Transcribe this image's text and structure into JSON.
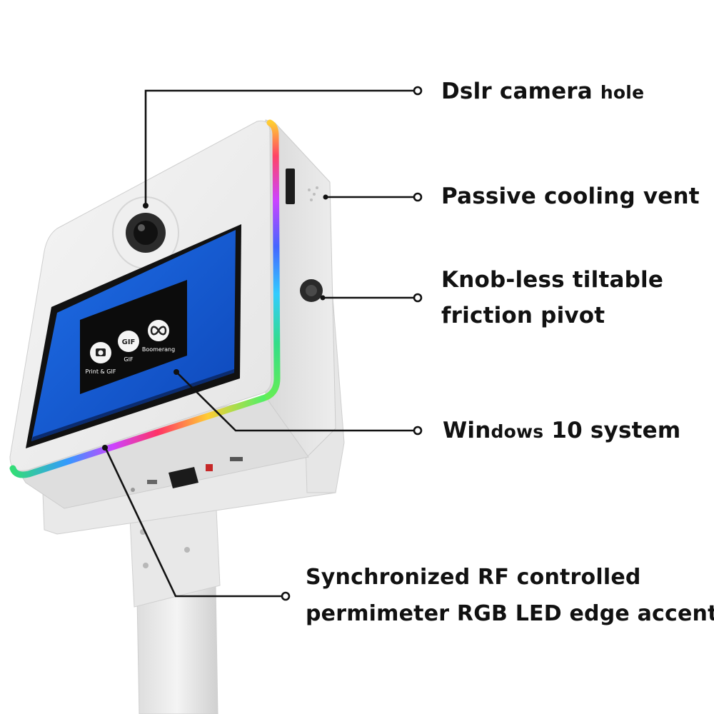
{
  "callouts": {
    "camera": {
      "text_a": "Dslr camera",
      "text_b": "hole"
    },
    "vent": {
      "text": "Passive cooling vent"
    },
    "pivot": {
      "line1": "Knob-less tiltable",
      "line2": "friction pivot"
    },
    "windows": {
      "text_a": "Win",
      "text_b": "dows",
      "text_c": "10 system"
    },
    "led": {
      "line1": "Synchronized RF controlled",
      "line2": "permimeter RGB LED edge accent"
    }
  },
  "screen": {
    "apps": [
      {
        "label": "Print & GIF",
        "icon": "camera-icon"
      },
      {
        "label": "GIF",
        "icon": "gif-icon"
      },
      {
        "label": "Boomerang",
        "icon": "infinity-icon"
      }
    ]
  },
  "colors": {
    "device_body": "#ececec",
    "screen_blue": "#1a5ed6",
    "led_spectrum": [
      "#ff3366",
      "#ff9900",
      "#33cc66",
      "#3399ff",
      "#9933ff"
    ]
  }
}
